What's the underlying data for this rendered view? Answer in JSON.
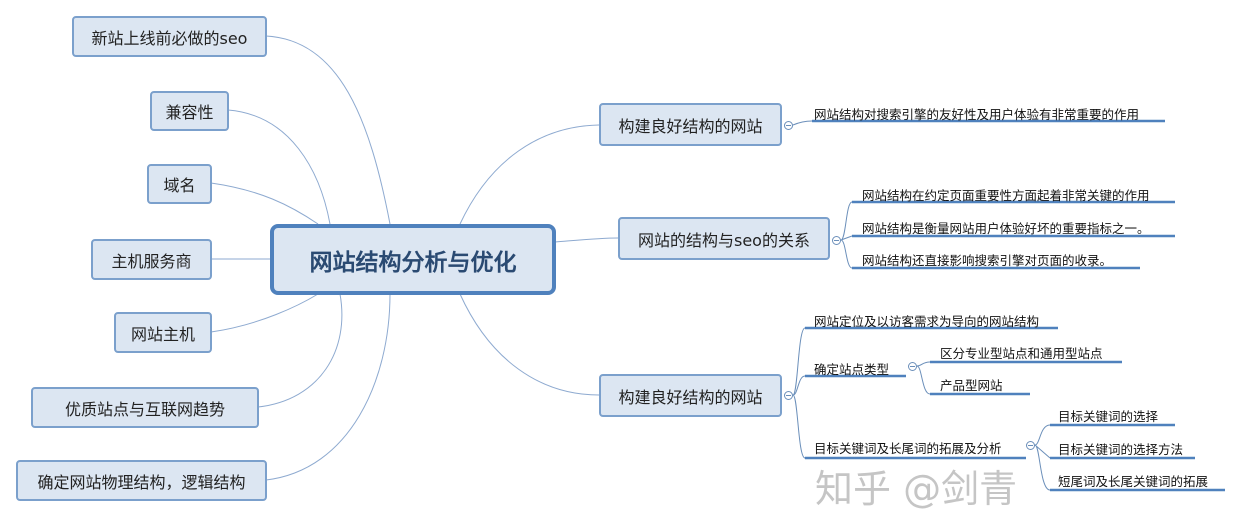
{
  "center": "网站结构分析与优化",
  "left_nodes": [
    "新站上线前必做的seo",
    "兼容性",
    "域名",
    "主机服务商",
    "网站主机",
    "优质站点与互联网趋势",
    "确定网站物理结构，逻辑结构"
  ],
  "right": {
    "b1": {
      "label": "构建良好结构的网站",
      "children": [
        "网站结构对搜索引擎的友好性及用户体验有非常重要的作用"
      ]
    },
    "b2": {
      "label": "网站的结构与seo的关系",
      "children": [
        "网站结构在约定页面重要性方面起着非常关键的作用",
        "网站结构是衡量网站用户体验好坏的重要指标之一。",
        "网站结构还直接影响搜索引擎对页面的收录。"
      ]
    },
    "b3": {
      "label": "构建良好结构的网站",
      "c1": "网站定位及以访客需求为导向的网站结构",
      "c2": {
        "label": "确定站点类型",
        "children": [
          "区分专业型站点和通用型站点",
          "产品型网站"
        ]
      },
      "c3": {
        "label": "目标关键词及长尾词的拓展及分析",
        "children": [
          "目标关键词的选择",
          "目标关键词的选择方法",
          "短尾词及长尾关键词的拓展"
        ]
      }
    }
  },
  "watermark": "知乎 @剑青",
  "colors": {
    "node_fill": "#dce6f2",
    "node_border": "#7ba0cc",
    "center_border": "#4f81bd",
    "line": "#4f81bd"
  }
}
